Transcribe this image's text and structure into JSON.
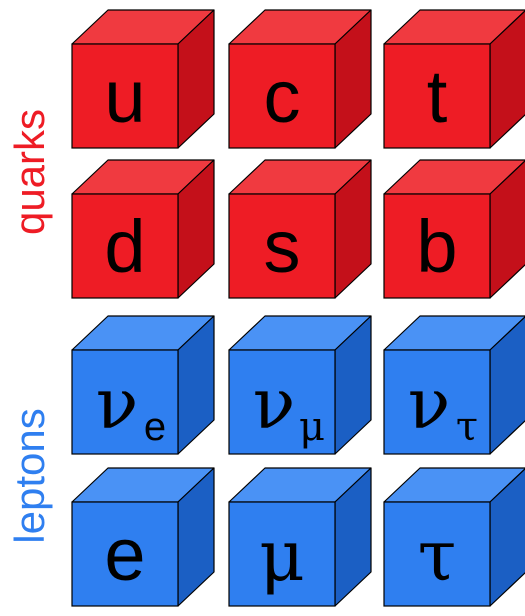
{
  "colors": {
    "quark_front": "#ee1c25",
    "quark_top": "#f03a40",
    "quark_side": "#c4101a",
    "quark_label": "#ee1c25",
    "lepton_front": "#2f7ff0",
    "lepton_top": "#4a92f5",
    "lepton_side": "#1b5fc4",
    "lepton_label": "#2f7ff0",
    "edge": "#000000",
    "symbol": "#000000"
  },
  "groups": [
    {
      "id": "quarks",
      "label": "quarks",
      "rows": [
        [
          {
            "main": "u",
            "sub": ""
          },
          {
            "main": "c",
            "sub": ""
          },
          {
            "main": "t",
            "sub": ""
          }
        ],
        [
          {
            "main": "d",
            "sub": ""
          },
          {
            "main": "s",
            "sub": ""
          },
          {
            "main": "b",
            "sub": ""
          }
        ]
      ]
    },
    {
      "id": "leptons",
      "label": "leptons",
      "rows": [
        [
          {
            "main": "ν",
            "sub": "e"
          },
          {
            "main": "ν",
            "sub": "μ"
          },
          {
            "main": "ν",
            "sub": "τ"
          }
        ],
        [
          {
            "main": "e",
            "sub": ""
          },
          {
            "main": "μ",
            "sub": ""
          },
          {
            "main": "τ",
            "sub": ""
          }
        ]
      ]
    }
  ]
}
